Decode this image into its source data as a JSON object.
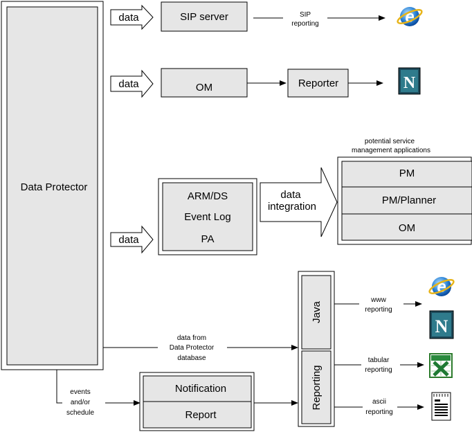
{
  "left_block": {
    "label": "Data Protector"
  },
  "row1": {
    "data_label": "data",
    "server": "SIP server",
    "note_line1": "SIP",
    "note_line2": "reporting",
    "icon": "internet-explorer-icon"
  },
  "row2": {
    "data_label": "data",
    "module": "OM",
    "reporter": "Reporter",
    "icon": "netscape-icon"
  },
  "integration": {
    "data_label": "data",
    "sources": [
      "ARM/DS",
      "Event Log",
      "PA"
    ],
    "arrow_line1": "data",
    "arrow_line2": "integration",
    "apps_title_line1": "potential service",
    "apps_title_line2": "management applications",
    "apps": [
      "PM",
      "PM/Planner",
      "OM"
    ]
  },
  "reporting": {
    "db_line1": "data from",
    "db_line2": "Data Protector",
    "db_line3": "database",
    "events_line1": "events",
    "events_line2": "and/or",
    "events_line3": "schedule",
    "notification": "Notification",
    "report": "Report",
    "java": "Java",
    "reporting": "Reporting",
    "outputs": [
      {
        "line1": "www",
        "line2": "reporting",
        "icons": [
          "internet-explorer-icon",
          "netscape-icon"
        ]
      },
      {
        "line1": "tabular",
        "line2": "reporting",
        "icons": [
          "excel-icon"
        ]
      },
      {
        "line1": "ascii",
        "line2": "reporting",
        "icons": [
          "text-document-icon"
        ]
      }
    ]
  }
}
